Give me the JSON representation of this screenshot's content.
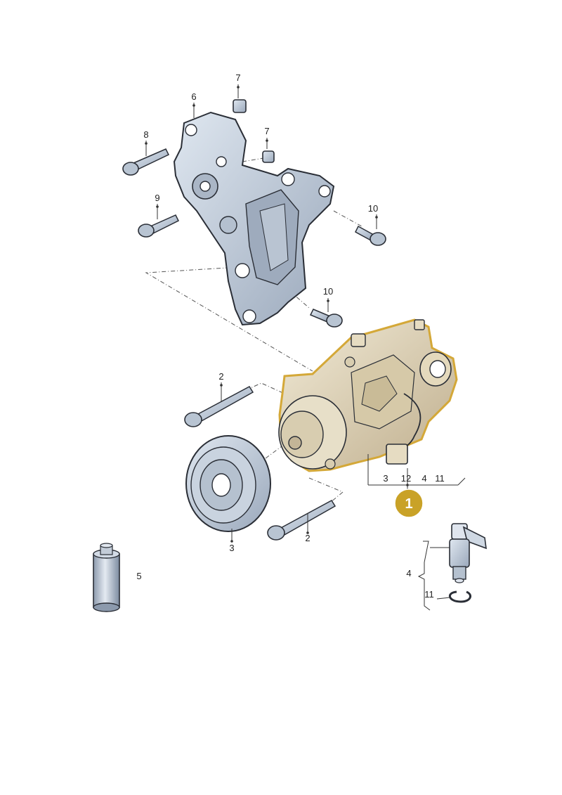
{
  "callouts": {
    "c2_top": "2",
    "c2_bottom": "2",
    "c3_pulley": "3",
    "c3_group": "3",
    "c4_group": "4",
    "c4_detail": "4",
    "c5": "5",
    "c6": "6",
    "c7_a": "7",
    "c7_b": "7",
    "c8": "8",
    "c9": "9",
    "c10_a": "10",
    "c10_b": "10",
    "c11_group": "11",
    "c11_detail": "11",
    "c12": "12"
  },
  "highlight": {
    "badge_label": "1",
    "badge_color": "#c9a227",
    "outline_color": "#d4a838"
  },
  "colors": {
    "metal_fill": "#c4d0de",
    "metal_dark": "#8f9db0",
    "compressor_fill": "#e6dcc2",
    "compressor_dark": "#b9a887"
  }
}
